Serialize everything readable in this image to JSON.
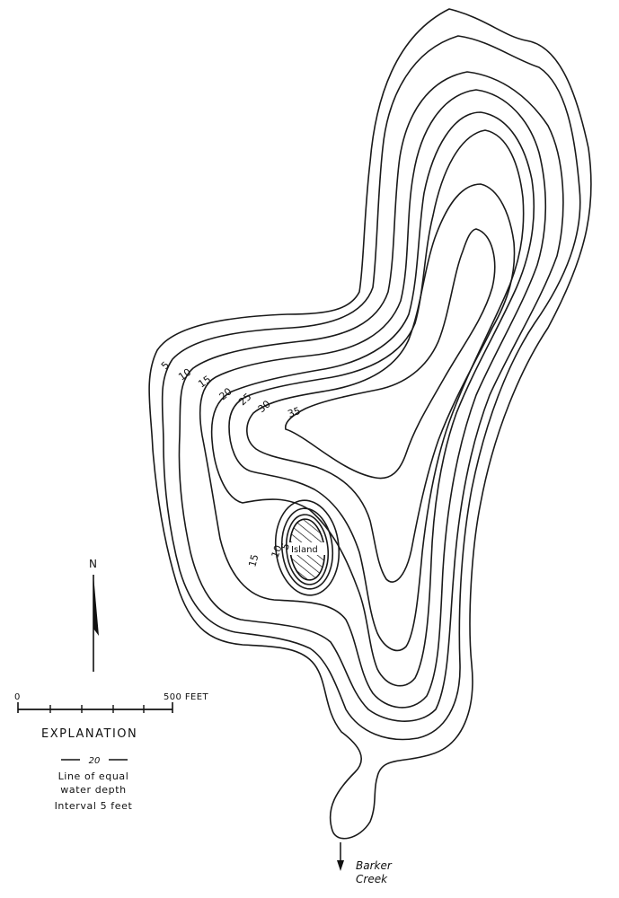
{
  "contour_labels": [
    "5",
    "10",
    "15",
    "20",
    "25",
    "30",
    "35"
  ],
  "island_contour_labels": [
    "15",
    "10",
    "5"
  ],
  "island_label": "Island",
  "north_label": "N",
  "scale": {
    "zero": "0",
    "end": "500 FEET"
  },
  "explanation": {
    "title": "EXPLANATION",
    "symbol": "20",
    "line1": "Line of equal",
    "line2": "water depth",
    "interval": "Interval 5 feet"
  },
  "outlet": {
    "line1": "Barker",
    "line2": "Creek"
  },
  "contour_interval_feet": 5,
  "max_depth_label_feet": 35
}
